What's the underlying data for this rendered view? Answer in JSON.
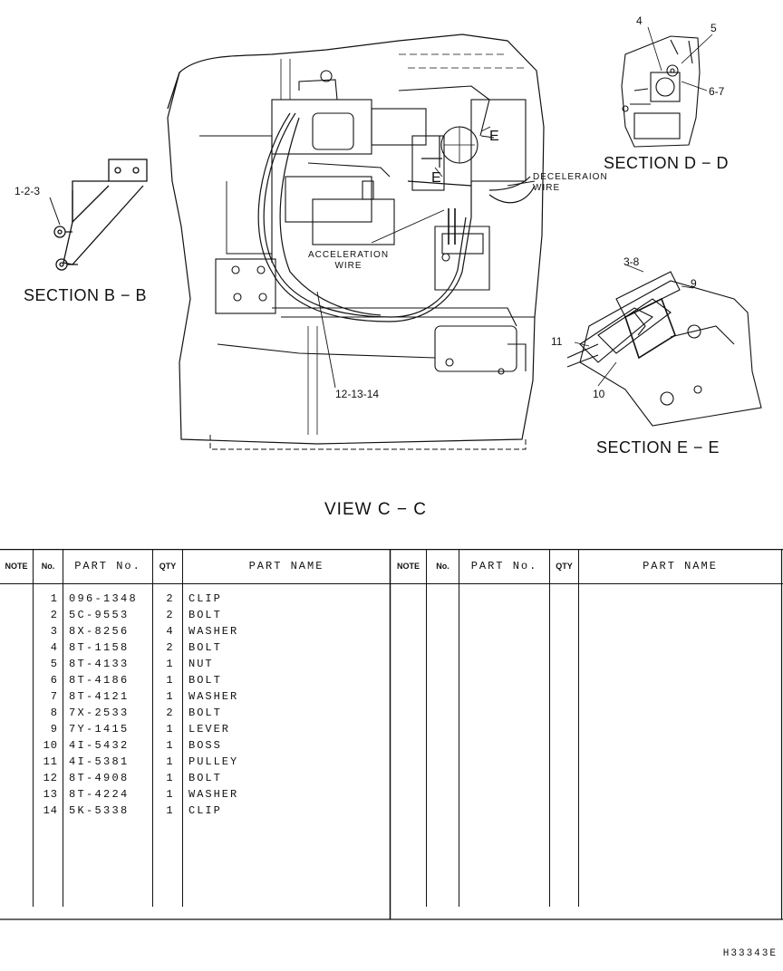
{
  "drawing": {
    "section_bb": "SECTION B − B",
    "section_dd": "SECTION D − D",
    "section_ee": "SECTION E − E",
    "view_cc": "VIEW C − C",
    "callouts": {
      "c123": "1-2-3",
      "c4": "4",
      "c5": "5",
      "c67": "6-7",
      "c38": "3-8",
      "c9": "9",
      "c10": "10",
      "c11": "11",
      "c121314": "12-13-14",
      "e_upper": "E",
      "e_lower": "E"
    },
    "decel_line1": "DECELERAION",
    "decel_line2": "WIRE",
    "accel_line1": "ACCELERATION",
    "accel_line2": "WIRE"
  },
  "table": {
    "headers": {
      "note": "NOTE",
      "no": "No.",
      "part_no": "PART No.",
      "qty": "QTY",
      "part_name": "PART NAME"
    },
    "rows": [
      {
        "no": "1",
        "part_no": "096-1348",
        "qty": "2",
        "name": "CLIP"
      },
      {
        "no": "2",
        "part_no": "5C-9553",
        "qty": "2",
        "name": "BOLT"
      },
      {
        "no": "3",
        "part_no": "8X-8256",
        "qty": "4",
        "name": "WASHER"
      },
      {
        "no": "4",
        "part_no": "8T-1158",
        "qty": "2",
        "name": "BOLT"
      },
      {
        "no": "5",
        "part_no": "8T-4133",
        "qty": "1",
        "name": "NUT"
      },
      {
        "no": "6",
        "part_no": "8T-4186",
        "qty": "1",
        "name": "BOLT"
      },
      {
        "no": "7",
        "part_no": "8T-4121",
        "qty": "1",
        "name": "WASHER"
      },
      {
        "no": "8",
        "part_no": "7X-2533",
        "qty": "2",
        "name": "BOLT"
      },
      {
        "no": "9",
        "part_no": "7Y-1415",
        "qty": "1",
        "name": "LEVER"
      },
      {
        "no": "10",
        "part_no": "4I-5432",
        "qty": "1",
        "name": "BOSS"
      },
      {
        "no": "11",
        "part_no": "4I-5381",
        "qty": "1",
        "name": "PULLEY"
      },
      {
        "no": "12",
        "part_no": "8T-4908",
        "qty": "1",
        "name": "BOLT"
      },
      {
        "no": "13",
        "part_no": "8T-4224",
        "qty": "1",
        "name": "WASHER"
      },
      {
        "no": "14",
        "part_no": "5K-5338",
        "qty": "1",
        "name": "CLIP"
      }
    ]
  },
  "drawing_code": "H33343E"
}
